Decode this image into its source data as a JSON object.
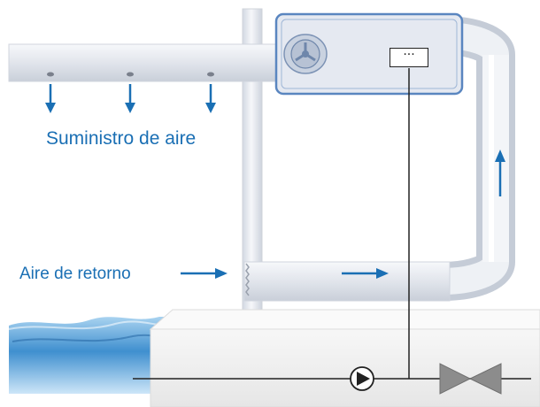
{
  "labels": {
    "supply_air": "Suministro de aire",
    "return_air": "Aire de retorno"
  },
  "control_box": {
    "text": "···"
  },
  "icons": [
    "down-arrow-icon",
    "right-arrow-icon",
    "up-arrow-icon",
    "fan-icon",
    "pump-icon",
    "valve-icon",
    "water-waves"
  ],
  "colors": {
    "accent": "#1a6fb4",
    "duct": "#e2e6ee",
    "duct_outline": "#5a86c0",
    "water": "#3b82c4",
    "platform": "#f1f1f1",
    "line": "#222222"
  }
}
